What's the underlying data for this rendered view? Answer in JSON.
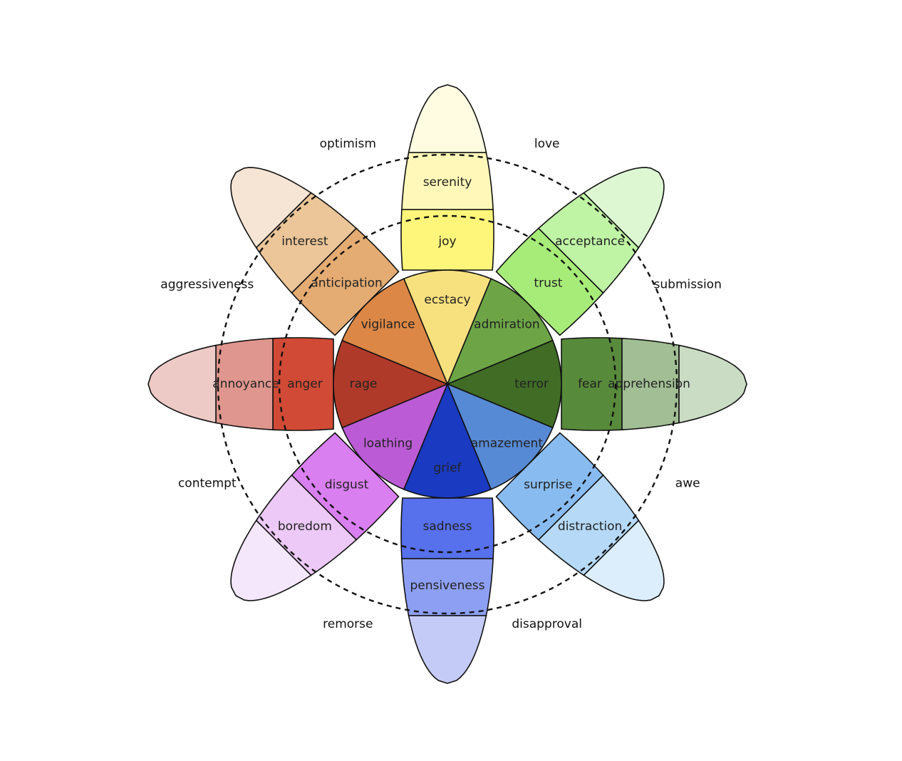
{
  "petals": [
    {
      "colors": [
        "#f7e07e",
        "#fef67a",
        "#fff8b8",
        "#fffce2"
      ],
      "labels": [
        "ecstacy",
        "joy",
        "serenity",
        ""
      ]
    },
    {
      "colors": [
        "#6da546",
        "#a7ec79",
        "#bff4a5",
        "#dcf7d2"
      ],
      "labels": [
        "admiration",
        "trust",
        "acceptance",
        ""
      ]
    },
    {
      "colors": [
        "#406c26",
        "#588a3b",
        "#a1be94",
        "#cbdcc5"
      ],
      "labels": [
        "terror",
        "fear",
        "apprehension",
        ""
      ]
    },
    {
      "colors": [
        "#578ad4",
        "#88bcf1",
        "#b5d9f6",
        "#dceefb"
      ],
      "labels": [
        "amazement",
        "surprise",
        "distraction",
        ""
      ]
    },
    {
      "colors": [
        "#1a3ac1",
        "#5770ec",
        "#8d9ff3",
        "#c5cbf7"
      ],
      "labels": [
        "grief",
        "sadness",
        "pensiveness",
        ""
      ]
    },
    {
      "colors": [
        "#bb5cd6",
        "#d97ff0",
        "#ecc9f6",
        "#f4e6fb"
      ],
      "labels": [
        "loathing",
        "disgust",
        "boredom",
        ""
      ]
    },
    {
      "colors": [
        "#b03a2a",
        "#d14a36",
        "#df968e",
        "#eecac6"
      ],
      "labels": [
        "rage",
        "anger",
        "annoyance",
        ""
      ]
    },
    {
      "colors": [
        "#dc8745",
        "#e4ab72",
        "#ecc698",
        "#f6e4d4"
      ],
      "labels": [
        "vigilance",
        "anticipation",
        "interest",
        ""
      ]
    }
  ],
  "dyads": [
    "love",
    "submission",
    "awe",
    "disapproval",
    "remorse",
    "contempt",
    "aggressiveness",
    "optimism"
  ]
}
